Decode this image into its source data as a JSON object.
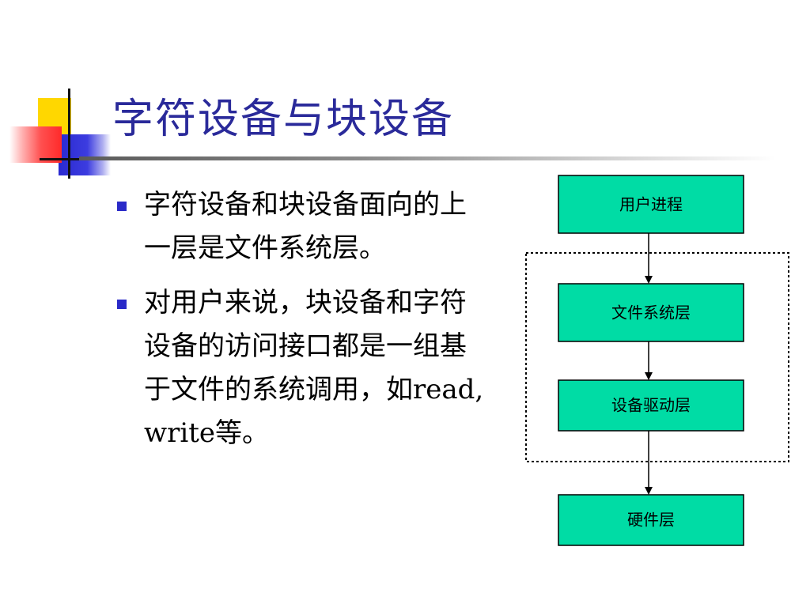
{
  "slide": {
    "title": "字符设备与块设备",
    "bullets": [
      "字符设备和块设备面向的上一层是文件系统层。",
      "对用户来说，块设备和字符设备的访问接口都是一组基于文件的系统调用，如read, write等。"
    ]
  },
  "diagram": {
    "nodes": [
      {
        "id": "user-process",
        "label": "用户进程"
      },
      {
        "id": "file-system-layer",
        "label": "文件系统层"
      },
      {
        "id": "device-driver-layer",
        "label": "设备驱动层"
      },
      {
        "id": "hardware-layer",
        "label": "硬件层"
      }
    ],
    "edges": [
      {
        "from": "user-process",
        "to": "file-system-layer"
      },
      {
        "from": "file-system-layer",
        "to": "device-driver-layer"
      },
      {
        "from": "device-driver-layer",
        "to": "hardware-layer"
      }
    ],
    "colors": {
      "box_fill": "#00dca5",
      "box_stroke": "#000000",
      "title": "#2a2a9a",
      "bullet": "#2a2ac8"
    }
  }
}
